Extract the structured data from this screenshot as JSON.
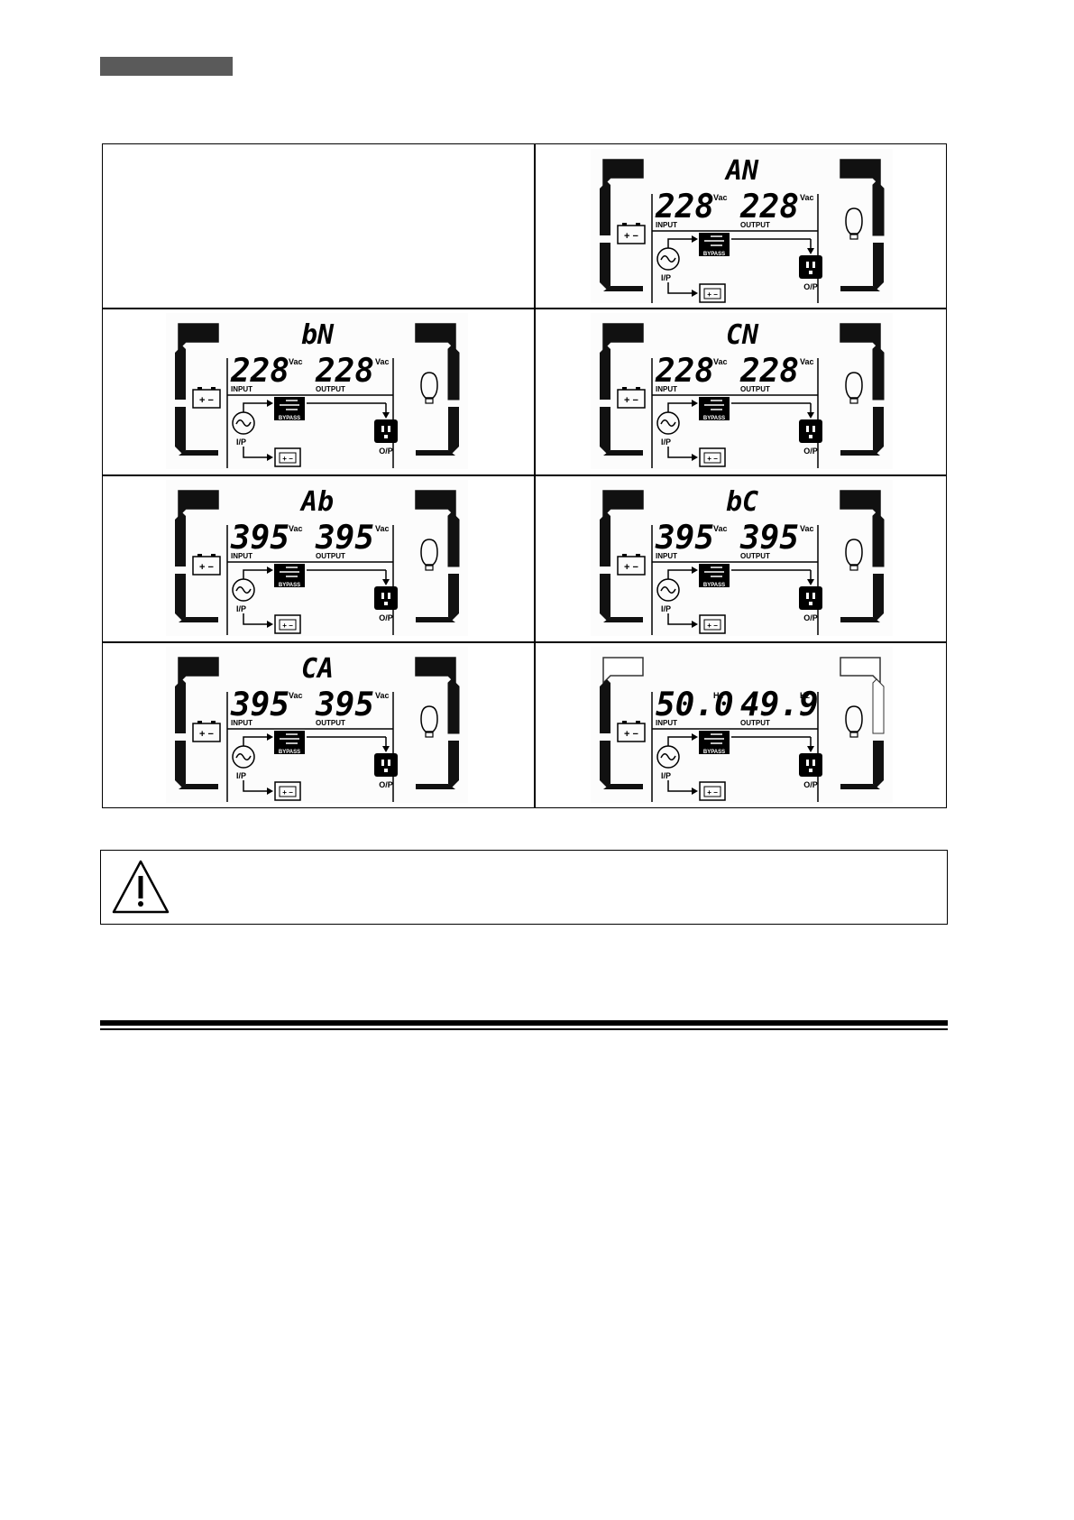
{
  "displays": [
    {
      "code": "AN",
      "input_value": "228",
      "input_unit": "Vac",
      "output_value": "228",
      "output_unit": "Vac",
      "input_label": "INPUT",
      "output_label": "OUTPUT",
      "bypass_label": "BYPASS",
      "ip_label": "I/P",
      "op_label": "O/P",
      "battery_sign": "+ −"
    },
    {
      "code": "bN",
      "input_value": "228",
      "input_unit": "Vac",
      "output_value": "228",
      "output_unit": "Vac",
      "input_label": "INPUT",
      "output_label": "OUTPUT",
      "bypass_label": "BYPASS",
      "ip_label": "I/P",
      "op_label": "O/P",
      "battery_sign": "+ −"
    },
    {
      "code": "CN",
      "input_value": "228",
      "input_unit": "Vac",
      "output_value": "228",
      "output_unit": "Vac",
      "input_label": "INPUT",
      "output_label": "OUTPUT",
      "bypass_label": "BYPASS",
      "ip_label": "I/P",
      "op_label": "O/P",
      "battery_sign": "+ −"
    },
    {
      "code": "Ab",
      "input_value": "395",
      "input_unit": "Vac",
      "output_value": "395",
      "output_unit": "Vac",
      "input_label": "INPUT",
      "output_label": "OUTPUT",
      "bypass_label": "BYPASS",
      "ip_label": "I/P",
      "op_label": "O/P",
      "battery_sign": "+ −"
    },
    {
      "code": "bC",
      "input_value": "395",
      "input_unit": "Vac",
      "output_value": "395",
      "output_unit": "Vac",
      "input_label": "INPUT",
      "output_label": "OUTPUT",
      "bypass_label": "BYPASS",
      "ip_label": "I/P",
      "op_label": "O/P",
      "battery_sign": "+ −"
    },
    {
      "code": "CA",
      "input_value": "395",
      "input_unit": "Vac",
      "output_value": "395",
      "output_unit": "Vac",
      "input_label": "INPUT",
      "output_label": "OUTPUT",
      "bypass_label": "BYPASS",
      "ip_label": "I/P",
      "op_label": "O/P",
      "battery_sign": "+ −"
    },
    {
      "code": "",
      "input_value": "50.0",
      "input_unit": "Hz",
      "output_value": "49.9",
      "output_unit": "Hz",
      "input_label": "INPUT",
      "output_label": "OUTPUT",
      "bypass_label": "BYPASS",
      "ip_label": "I/P",
      "op_label": "O/P",
      "battery_sign": "+ −"
    }
  ]
}
